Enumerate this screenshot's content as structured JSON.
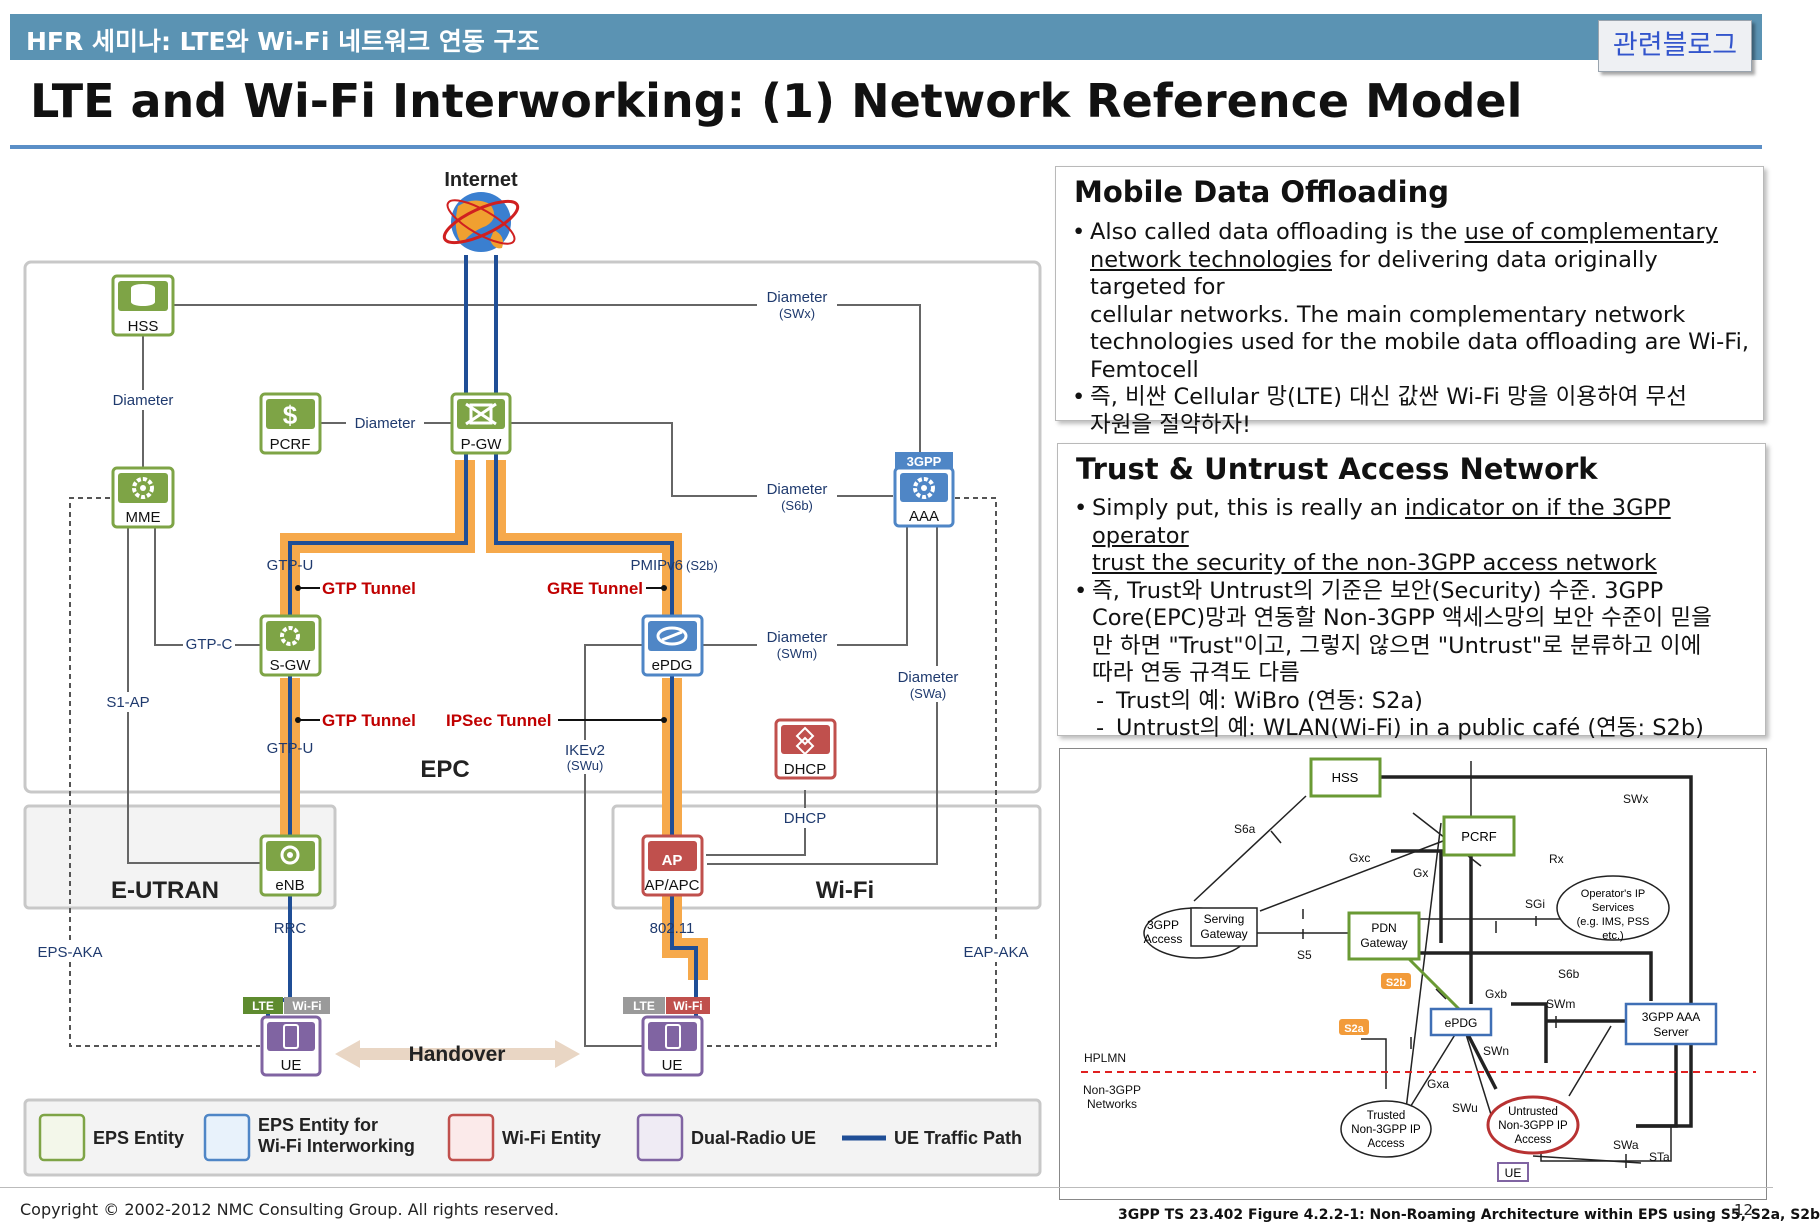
{
  "header": {
    "topbar": "HFR 세미나: LTE와 Wi-Fi 네트워크 연동 구조",
    "blog_button": "관련블로그",
    "title": "LTE and Wi-Fi Interworking: (1) Network Reference Model"
  },
  "left_diagram": {
    "internet": "Internet",
    "nodes": {
      "hss": "HSS",
      "pcrf": "PCRF",
      "pgw": "P-GW",
      "mme": "MME",
      "aaa": "AAA",
      "aaa_badge": "3GPP",
      "sgw": "S-GW",
      "epdg": "ePDG",
      "dhcp": "DHCP",
      "enb": "eNB",
      "ap": "AP/APC",
      "ap_badge": "AP",
      "ue_left": "UE",
      "ue_right": "UE"
    },
    "labels": {
      "diameter_swx": "Diameter",
      "swx": "(SWx)",
      "diameter_hss_mme": "Diameter",
      "diameter_pcrf": "Diameter",
      "diameter_s6b": "Diameter",
      "s6b": "(S6b)",
      "gtp_u_top": "GTP-U",
      "pmipv6": "PMIPv6",
      "s2b": "(S2b)",
      "gtp_tunnel_1": "GTP Tunnel",
      "gre_tunnel": "GRE Tunnel",
      "gtp_c": "GTP-C",
      "diameter_swm": "Diameter",
      "swm": "(SWm)",
      "diameter_swa": "Diameter",
      "swa": "(SWa)",
      "s1_ap": "S1-AP",
      "gtp_tunnel_2": "GTP Tunnel",
      "ipsec_tunnel": "IPSec Tunnel",
      "gtp_u_bottom": "GTP-U",
      "ikev2": "IKEv2",
      "swu": "(SWu)",
      "epc": "EPC",
      "dhcp_link": "DHCP",
      "e_utran": "E-UTRAN",
      "wifi": "Wi-Fi",
      "rrc": "RRC",
      "ieee80211": "802.11",
      "eps_aka": "EPS-AKA",
      "eap_aka": "EAP-AKA",
      "lte_tag": "LTE",
      "wifi_tag": "Wi-Fi",
      "handover": "Handover"
    },
    "legend": {
      "eps_entity": "EPS Entity",
      "eps_interworking_1": "EPS Entity for",
      "eps_interworking_2": "Wi-Fi Interworking",
      "wifi_entity": "Wi-Fi Entity",
      "dual_radio": "Dual-Radio UE",
      "ue_path": "UE Traffic Path"
    },
    "colors": {
      "eps": "#7ea446",
      "interworking": "#4f86c6",
      "wifi": "#c0504d",
      "ue": "#8064a2",
      "path": "#1f4e96",
      "tunnel": "#f6a94b"
    }
  },
  "panel_offloading": {
    "title": "Mobile Data Offloading",
    "b1_pre": "Also called data offloading is the ",
    "b1_u1": "use of complementary",
    "b1_u2": "network technologies",
    "b1_l2_rest": " for delivering data originally targeted for",
    "b1_l3": "cellular networks. The main complementary network",
    "b1_l4": "technologies used for the mobile data offloading are Wi-Fi,",
    "b1_l5": "Femtocell",
    "b2_l1": "즉, 비싼 Cellular 망(LTE) 대신 값싼 Wi-Fi 망을 이용하여 무선",
    "b2_l2": "자원을 절약하자!"
  },
  "panel_trust": {
    "title": "Trust & Untrust Access Network",
    "b1_pre": "Simply put, this is really an ",
    "b1_u1": "indicator on if the 3GPP operator",
    "b1_u2": "trust the security of the non-3GPP access network",
    "b2_l1": "즉, Trust와 Untrust의 기준은 보안(Security) 수준. 3GPP",
    "b2_l2": "Core(EPC)망과 연동할 Non-3GPP 액세스망의 보안 수준이 믿을",
    "b2_l3": "만 하면 \"Trust\"이고, 그렇지 않으면 \"Untrust\"로 분류하고 이에",
    "b2_l4": "따라 연동 규격도 다름",
    "sub1": "Trust의 예: WiBro (연동: S2a)",
    "sub2": "Untrust의 예: WLAN(Wi-Fi) in a public café (연동: S2b)"
  },
  "spec_diagram": {
    "hss": "HSS",
    "pcrf": "PCRF",
    "pdn_1": "PDN",
    "pdn_2": "Gateway",
    "serving_1": "Serving",
    "serving_2": "Gateway",
    "access_1": "3GPP",
    "access_2": "Access",
    "op_1": "Operator's IP",
    "op_2": "Services",
    "op_3": "(e.g. IMS, PSS",
    "op_4": "etc.)",
    "epdg": "ePDG",
    "aaa_1": "3GPP AAA",
    "aaa_2": "Server",
    "hplmn": "HPLMN",
    "non3gpp_1": "Non-3GPP",
    "non3gpp_2": "Networks",
    "trusted_1": "Trusted",
    "trusted_2": "Non-3GPP IP",
    "trusted_3": "Access",
    "untrusted_1": "Untrusted",
    "untrusted_2": "Non-3GPP IP",
    "untrusted_3": "Access",
    "ue": "UE",
    "swx": "SWx",
    "s6a": "S6a",
    "gxc": "Gxc",
    "gx": "Gx",
    "rx": "Rx",
    "sgi": "SGi",
    "s5": "S5",
    "s6b": "S6b",
    "s2b": "S2b",
    "s2a": "S2a",
    "gxb": "Gxb",
    "swm": "SWm",
    "swn": "SWn",
    "gxa": "Gxa",
    "swu": "SWu",
    "swa": "SWa",
    "sta": "STa"
  },
  "footer": {
    "copyright": "Copyright © 2002-2012 NMC Consulting Group. All rights reserved.",
    "caption": "3GPP TS 23.402 Figure 4.2.2-1: Non-Roaming Architecture within EPS using S5, S2a, S2b",
    "page": "12"
  }
}
